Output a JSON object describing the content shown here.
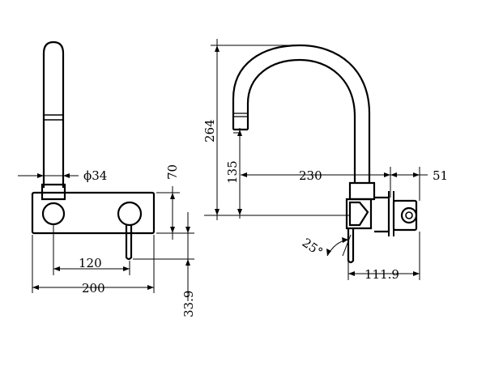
{
  "drawing": {
    "front_view": {
      "diameter_label": "ϕ34",
      "height_label": "70",
      "spacing_label": "120",
      "width_label": "200",
      "offset_label": "33.9"
    },
    "side_view": {
      "total_height_label": "264",
      "outlet_height_label": "135",
      "reach_label": "230",
      "projection_label": "51",
      "angle_label": "25°",
      "lever_label": "111.9"
    },
    "colors": {
      "line": "#000000",
      "background": "#ffffff"
    }
  }
}
